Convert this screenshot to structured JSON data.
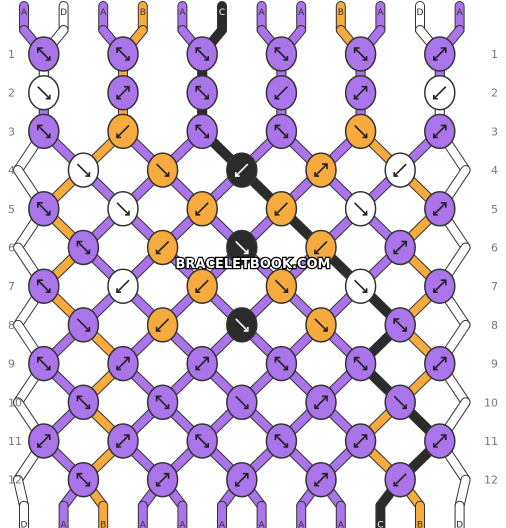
{
  "strings": [
    "A",
    "D",
    "A",
    "B",
    "A",
    "C",
    "A",
    "A",
    "B",
    "A",
    "D",
    "A"
  ],
  "colors": {
    "A": "#aa74ea",
    "B": "#f7aa3d",
    "C": "#2b2b2b",
    "D": "#ffffff"
  },
  "rows": [
    [
      "fwd_back",
      "fwd_back",
      "fwd_back",
      "fwd_back",
      "fwd_back",
      "back_fwd"
    ],
    [
      "fwd",
      "back_fwd",
      "fwd_back",
      "back",
      "back_fwd",
      "back"
    ],
    [
      "fwd_back",
      "back",
      "fwd_back",
      "fwd_back",
      "fwd",
      "back_fwd"
    ],
    [
      "fwd",
      "fwd",
      "back",
      "back_fwd",
      "back"
    ],
    [
      "fwd_back",
      "fwd",
      "back",
      "back",
      "fwd",
      "back_fwd"
    ],
    [
      "fwd_back",
      "back",
      "fwd",
      "back",
      "back_fwd"
    ],
    [
      "fwd_back",
      "back",
      "back",
      "fwd",
      "fwd",
      "back_fwd"
    ],
    [
      "fwd",
      "back",
      "fwd",
      "fwd",
      "fwd_back"
    ],
    [
      "fwd_back",
      "back_fwd",
      "back_fwd",
      "fwd_back",
      "fwd_back",
      "back_fwd"
    ],
    [
      "fwd_back",
      "fwd_back",
      "fwd",
      "back_fwd",
      "fwd"
    ],
    [
      "back_fwd",
      "back_fwd",
      "fwd_back",
      "fwd_back",
      "back_fwd",
      "back_fwd"
    ],
    [
      "fwd_back",
      "back_fwd",
      "back_fwd",
      "back_fwd",
      "back"
    ]
  ],
  "knot_colors": [
    [
      "A",
      "A",
      "A",
      "A",
      "A",
      "A"
    ],
    [
      "D",
      "A",
      "A",
      "A",
      "A",
      "D"
    ],
    [
      "A",
      "B",
      "A",
      "A",
      "B",
      "A"
    ],
    [
      "D",
      "B",
      "C",
      "B",
      "D"
    ],
    [
      "A",
      "D",
      "B",
      "B",
      "D",
      "A"
    ],
    [
      "A",
      "B",
      "C",
      "B",
      "A"
    ],
    [
      "A",
      "D",
      "B",
      "B",
      "D",
      "A"
    ],
    [
      "A",
      "B",
      "C",
      "B",
      "A"
    ],
    [
      "A",
      "A",
      "A",
      "A",
      "A",
      "A"
    ],
    [
      "A",
      "A",
      "A",
      "A",
      "A"
    ],
    [
      "A",
      "A",
      "A",
      "A",
      "A",
      "A"
    ],
    [
      "A",
      "A",
      "A",
      "A",
      "A"
    ]
  ],
  "row_labels": [
    "1",
    "2",
    "3",
    "4",
    "5",
    "6",
    "7",
    "8",
    "9",
    "10",
    "11",
    "12"
  ],
  "watermark": "BRACELETBOOK.COM"
}
